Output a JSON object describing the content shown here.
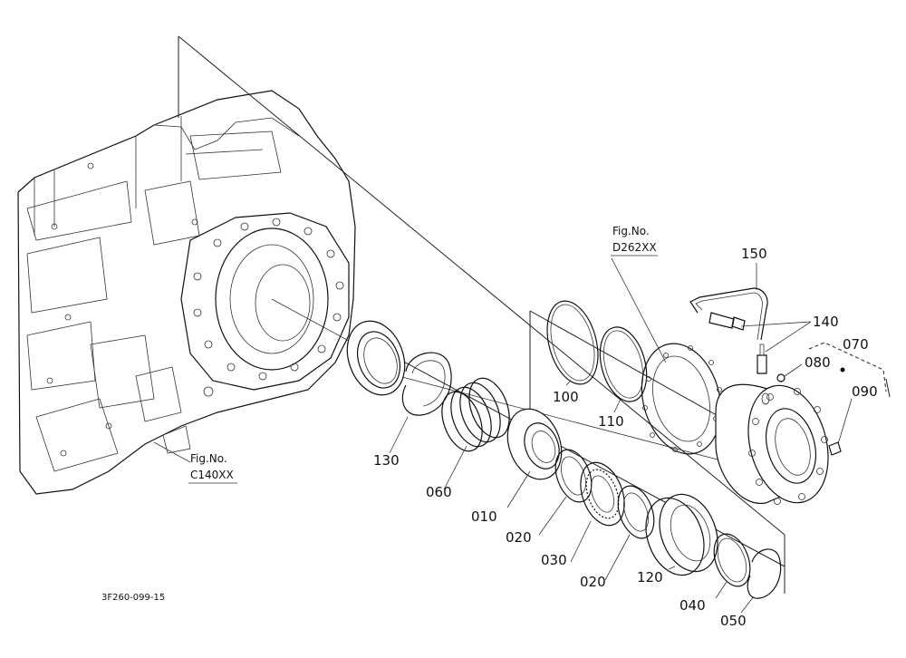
{
  "labels": {
    "p010": "010",
    "p020a": "020",
    "p020b": "020",
    "p030": "030",
    "p040": "040",
    "p050": "050",
    "p060": "060",
    "p070": "070",
    "p080": "080",
    "p090": "090",
    "p100": "100",
    "p110": "110",
    "p120": "120",
    "p130": "130",
    "p140": "140",
    "p150": "150"
  },
  "refs": {
    "fig1_title": "Fig.No.",
    "fig1_code": "D262XX",
    "fig2_title": "Fig.No.",
    "fig2_code": "C140XX"
  },
  "drawing_code": "3F260-099-15"
}
